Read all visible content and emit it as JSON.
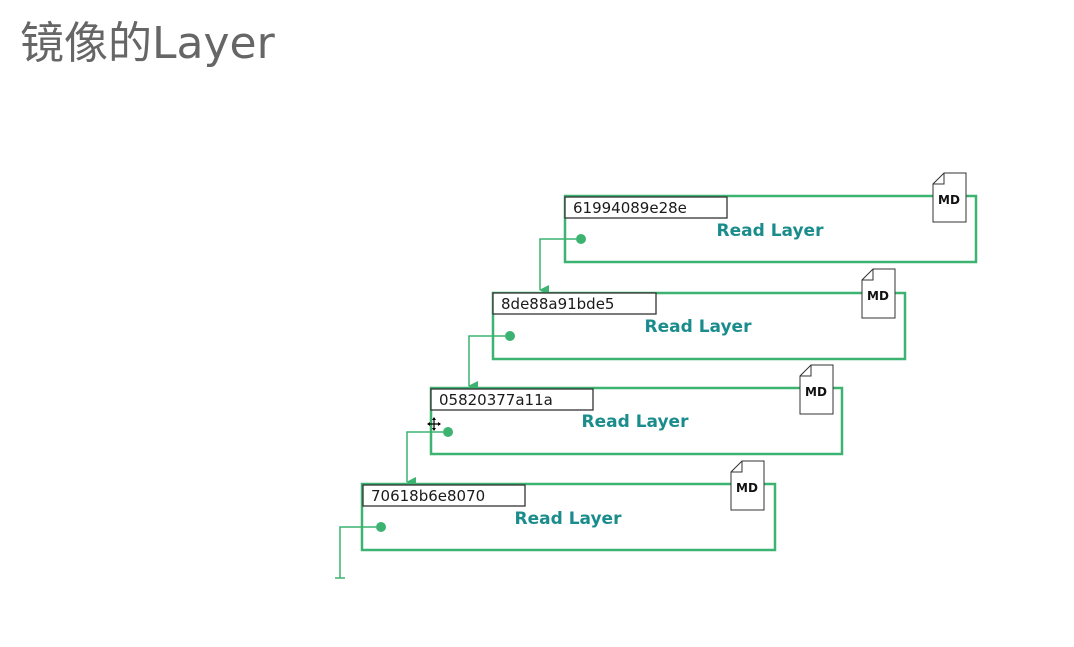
{
  "title": "镜像的Layer",
  "colors": {
    "frame": "#3cb371",
    "label": "#1a8c8c",
    "id_border": "#333333",
    "title": "#666666"
  },
  "layers": [
    {
      "id": "61994089e28e",
      "label": "Read Layer",
      "badge": "MD"
    },
    {
      "id": "8de88a91bde5",
      "label": "Read Layer",
      "badge": "MD"
    },
    {
      "id": "05820377a11a",
      "label": "Read Layer",
      "badge": "MD"
    },
    {
      "id": "70618b6e8070",
      "label": "Read Layer",
      "badge": "MD"
    }
  ]
}
